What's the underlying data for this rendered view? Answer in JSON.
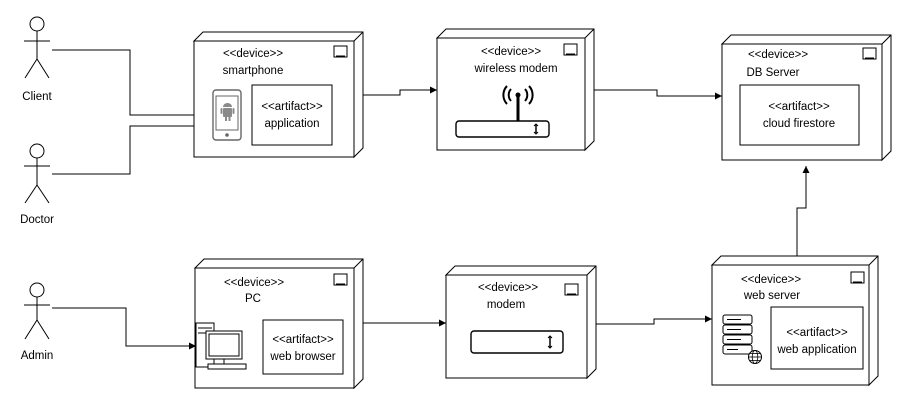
{
  "actors": [
    {
      "id": "client",
      "label": "Client"
    },
    {
      "id": "doctor",
      "label": "Doctor"
    },
    {
      "id": "admin",
      "label": "Admin"
    }
  ],
  "nodes": [
    {
      "id": "smartphone",
      "stereotype": "<<device>>",
      "name": "smartphone",
      "icon": "android-phone-icon",
      "artifact": {
        "stereotype": "<<artifact>>",
        "name": "application"
      }
    },
    {
      "id": "wireless-modem",
      "stereotype": "<<device>>",
      "name": "wireless modem",
      "icon": "wireless-router-icon"
    },
    {
      "id": "db-server",
      "stereotype": "<<device>>",
      "name": "DB Server",
      "artifact": {
        "stereotype": "<<artifact>>",
        "name": "cloud firestore"
      }
    },
    {
      "id": "pc",
      "stereotype": "<<device>>",
      "name": "PC",
      "icon": "desktop-computer-icon",
      "artifact": {
        "stereotype": "<<artifact>>",
        "name": "web browser"
      }
    },
    {
      "id": "modem",
      "stereotype": "<<device>>",
      "name": "modem",
      "icon": "modem-icon"
    },
    {
      "id": "web-server",
      "stereotype": "<<device>>",
      "name": "web server",
      "icon": "web-server-icon",
      "artifact": {
        "stereotype": "<<artifact>>",
        "name": "web application"
      }
    }
  ],
  "connections": [
    {
      "from": "client",
      "to": "smartphone"
    },
    {
      "from": "doctor",
      "to": "smartphone"
    },
    {
      "from": "smartphone",
      "to": "wireless-modem"
    },
    {
      "from": "wireless-modem",
      "to": "db-server"
    },
    {
      "from": "admin",
      "to": "pc"
    },
    {
      "from": "pc",
      "to": "modem"
    },
    {
      "from": "modem",
      "to": "web-server"
    },
    {
      "from": "web-server",
      "to": "db-server"
    }
  ],
  "colors": {
    "stroke": "#000000",
    "fill": "#ffffff"
  }
}
